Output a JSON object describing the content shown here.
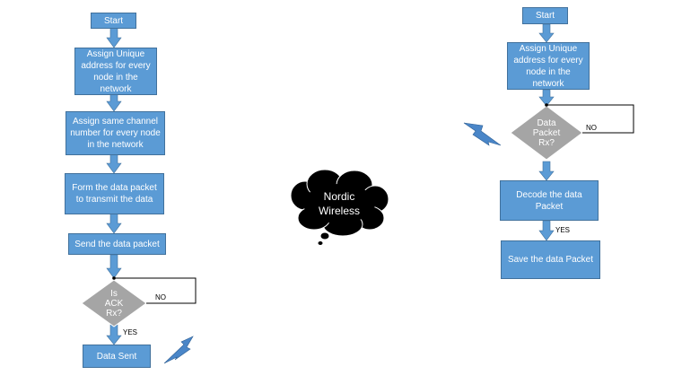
{
  "flow_left": {
    "start": "Start",
    "assign_address": "Assign Unique address for every node in the network",
    "assign_channel": "Assign same channel number for every node in the network",
    "form_packet": "Form the data packet to transmit the data",
    "send_packet": "Send the data packet",
    "decision_line1": "Is",
    "decision_line2": "ACK",
    "decision_line3": "Rx?",
    "no_label": "NO",
    "yes_label": "YES",
    "data_sent": "Data Sent"
  },
  "flow_right": {
    "start": "Start",
    "assign_address": "Assign Unique address for every node in the network",
    "decision_line1": "Data",
    "decision_line2": "Packet",
    "decision_line3": "Rx?",
    "no_label": "NO",
    "yes_label": "YES",
    "decode": "Decode the data Packet",
    "save": "Save the data Packet"
  },
  "cloud": {
    "line1": "Nordic",
    "line2": "Wireless"
  },
  "colors": {
    "box_fill": "#5b9bd5",
    "box_border": "#41719c",
    "decision_fill": "#a5a5a5",
    "cloud_fill": "#000000"
  }
}
